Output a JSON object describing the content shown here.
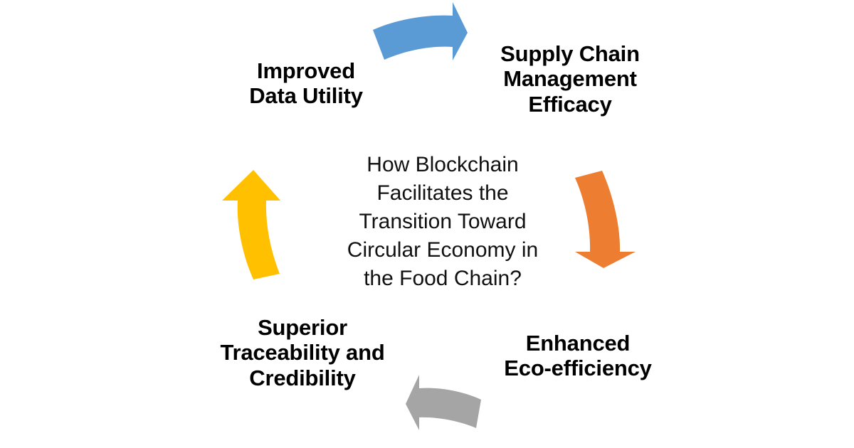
{
  "diagram": {
    "type": "cycle",
    "direction": "clockwise",
    "background_color": "#FFFFFF",
    "center": {
      "text": "How Blockchain\nFacilitates the\nTransition Toward\nCircular Economy in\nthe Food Chain?",
      "lines": [
        "How Blockchain",
        "Facilitates the",
        "Transition Toward",
        "Circular Economy in",
        "the Food Chain?"
      ],
      "color": "#111111",
      "bold": false
    },
    "nodes": [
      {
        "id": "supply-chain-management-efficacy",
        "position": "top-right",
        "text": "Supply Chain\nManagement\nEfficacy",
        "lines": [
          "Supply Chain",
          "Management",
          "Efficacy"
        ],
        "color": "#000000",
        "bold": true
      },
      {
        "id": "enhanced-eco-efficiency",
        "position": "bottom-right",
        "text": "Enhanced\nEco-efficiency",
        "lines": [
          "Enhanced",
          "Eco-efficiency"
        ],
        "color": "#000000",
        "bold": true
      },
      {
        "id": "superior-traceability-credibility",
        "position": "bottom-left",
        "text": "Superior\nTraceability and\nCredibility",
        "lines": [
          "Superior",
          "Traceability and",
          "Credibility"
        ],
        "color": "#000000",
        "bold": true
      },
      {
        "id": "improved-data-utility",
        "position": "top-left",
        "text": "Improved\nData Utility",
        "lines": [
          "Improved",
          "Data Utility"
        ],
        "color": "#000000",
        "bold": true
      }
    ],
    "arrows": [
      {
        "id": "arrow-top",
        "icon": "curved-arrow-right-icon",
        "color": "#5B9BD5",
        "color_name": "blue",
        "direction": "right",
        "from": "improved-data-utility",
        "to": "supply-chain-management-efficacy"
      },
      {
        "id": "arrow-right",
        "icon": "curved-arrow-down-icon",
        "color": "#ED7D31",
        "color_name": "orange",
        "direction": "down",
        "from": "supply-chain-management-efficacy",
        "to": "enhanced-eco-efficiency"
      },
      {
        "id": "arrow-bottom",
        "icon": "curved-arrow-left-icon",
        "color": "#A5A5A5",
        "color_name": "gray",
        "direction": "left",
        "from": "enhanced-eco-efficiency",
        "to": "superior-traceability-credibility"
      },
      {
        "id": "arrow-left",
        "icon": "curved-arrow-up-icon",
        "color": "#FFC000",
        "color_name": "yellow",
        "direction": "up",
        "from": "superior-traceability-credibility",
        "to": "improved-data-utility"
      }
    ]
  }
}
